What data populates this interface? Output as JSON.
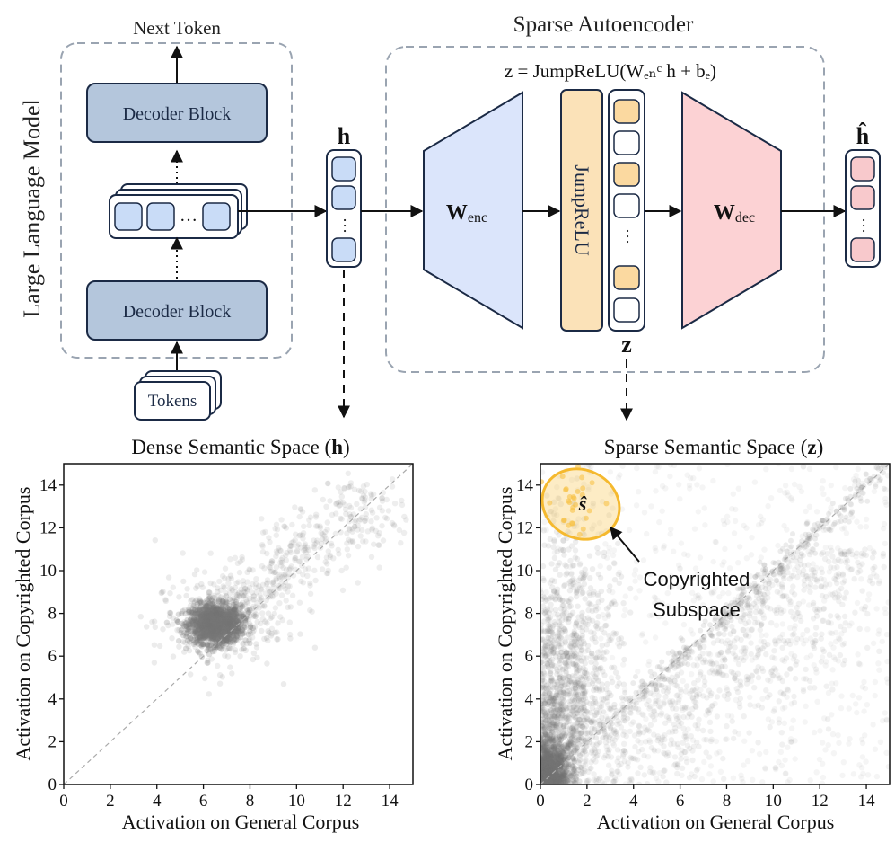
{
  "diagram": {
    "llm_label": "Large Language Model",
    "next_token": "Next Token",
    "decoder_block_top": "Decoder Block",
    "decoder_block_bottom": "Decoder Block",
    "tokens": "Tokens",
    "ellipsis": "…",
    "h_label": "h",
    "h_hat_label": "ĥ",
    "z_label": "z",
    "sae_title": "Sparse Autoencoder",
    "sae_formula": "z = JumpReLU(Wₑₙᶜ h + bₑ)",
    "w_enc_main": "W",
    "w_enc_sub": "enc",
    "w_dec_main": "W",
    "w_dec_sub": "dec",
    "jumprelu": "JumpReLU",
    "colors": {
      "llm_block": "#b4c6dc",
      "h_cell": "#c9dcf7",
      "encoder": "#dbe5fb",
      "jumprelu": "#fbe2b8",
      "z_active": "#fbd9a0",
      "decoder": "#fcd2d4",
      "hhat_cell": "#f8c9cc",
      "outline": "#1b2a45",
      "dashed_frame": "#9aa4b1"
    }
  },
  "chart_data": [
    {
      "type": "scatter",
      "title_prefix": "Dense Semantic Space (",
      "title_var": "h",
      "title_suffix": ")",
      "xlabel": "Activation on General Corpus",
      "ylabel": "Activation on Copyrighted Corpus",
      "xlim": [
        0,
        15
      ],
      "ylim": [
        0,
        15
      ],
      "xticks": [
        "0",
        "2",
        "4",
        "6",
        "8",
        "10",
        "12",
        "14"
      ],
      "yticks": [
        "0",
        "2",
        "4",
        "6",
        "8",
        "10",
        "12",
        "14"
      ],
      "diagonal": true,
      "grid": false,
      "cluster_center": [
        6.5,
        7.5
      ],
      "color": "#777777"
    },
    {
      "type": "scatter",
      "title_prefix": "Sparse Semantic Space (",
      "title_var": "z",
      "title_suffix": ")",
      "xlabel": "Activation on General Corpus",
      "ylabel": "Activation on Copyrighted Corpus",
      "xlim": [
        0,
        15
      ],
      "ylim": [
        0,
        15
      ],
      "xticks": [
        "0",
        "2",
        "4",
        "6",
        "8",
        "10",
        "12",
        "14"
      ],
      "yticks": [
        "0",
        "2",
        "4",
        "6",
        "8",
        "10",
        "12",
        "14"
      ],
      "diagonal": true,
      "grid": false,
      "color": "#777777",
      "highlight": {
        "label": "ŝ",
        "center": [
          1.4,
          13.3
        ],
        "color": "#f5b92e",
        "annotation_line1": "Copyrighted",
        "annotation_line2": "Subspace"
      }
    }
  ]
}
